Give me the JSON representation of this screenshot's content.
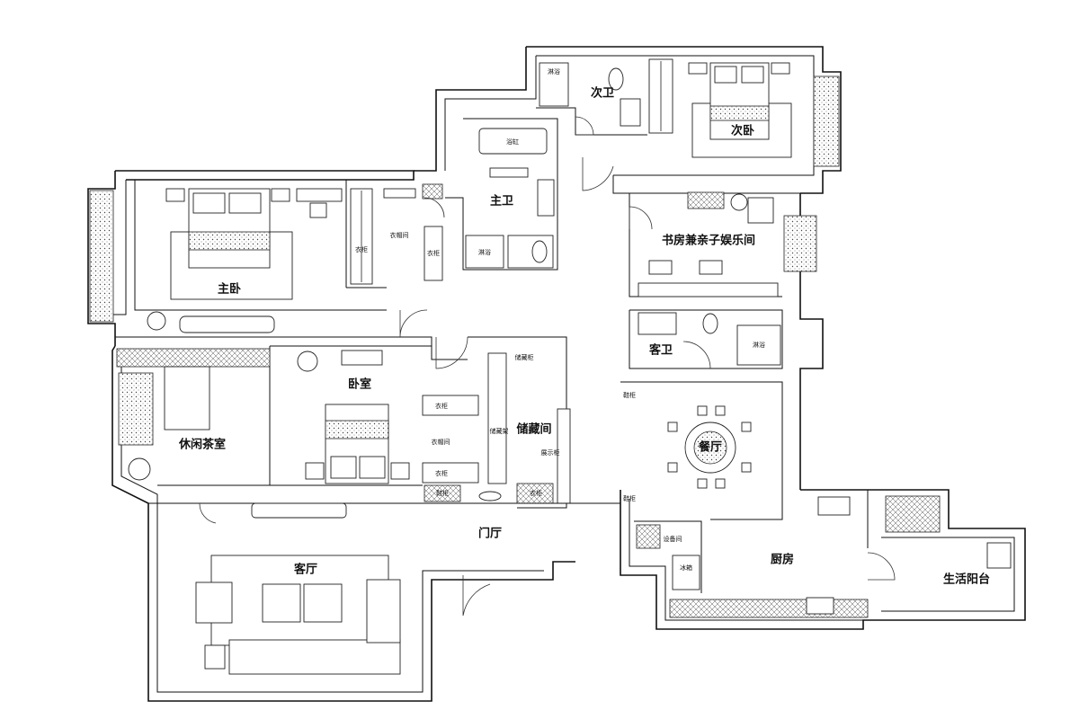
{
  "rooms": {
    "master_bedroom": "主卧",
    "master_bath": "主卫",
    "second_bath": "次卫",
    "second_bedroom": "次卧",
    "study": "书房兼亲子娱乐间",
    "guest_bath": "客卫",
    "dining": "餐厅",
    "bedroom": "卧室",
    "storage": "储藏间",
    "tea_room": "休闲茶室",
    "foyer": "门厅",
    "living_room": "客厅",
    "kitchen": "厨房",
    "utility_balcony": "生活阳台"
  },
  "fixtures": {
    "bathtub": "浴缸",
    "shower_master": "淋浴",
    "shower_second": "淋浴",
    "shower_guest": "淋浴",
    "closet_master_a": "衣柜",
    "closet_master_b": "衣柜",
    "walkin_closet_master": "衣帽间",
    "closet_bedroom_a": "衣柜",
    "closet_bedroom_b": "衣柜",
    "walkin_closet_bedroom": "衣帽间",
    "storage_shelf": "储藏架",
    "storage_cabinet": "储藏柜",
    "display_cabinet": "展示柜",
    "shoe_cabinet": "鞋柜",
    "wardrobe_foyer": "衣柜",
    "equipment_room": "设备间",
    "fridge": "冰箱",
    "shoe_cab_dining_a": "鞋柜",
    "shoe_cab_dining_b": "鞋柜"
  }
}
